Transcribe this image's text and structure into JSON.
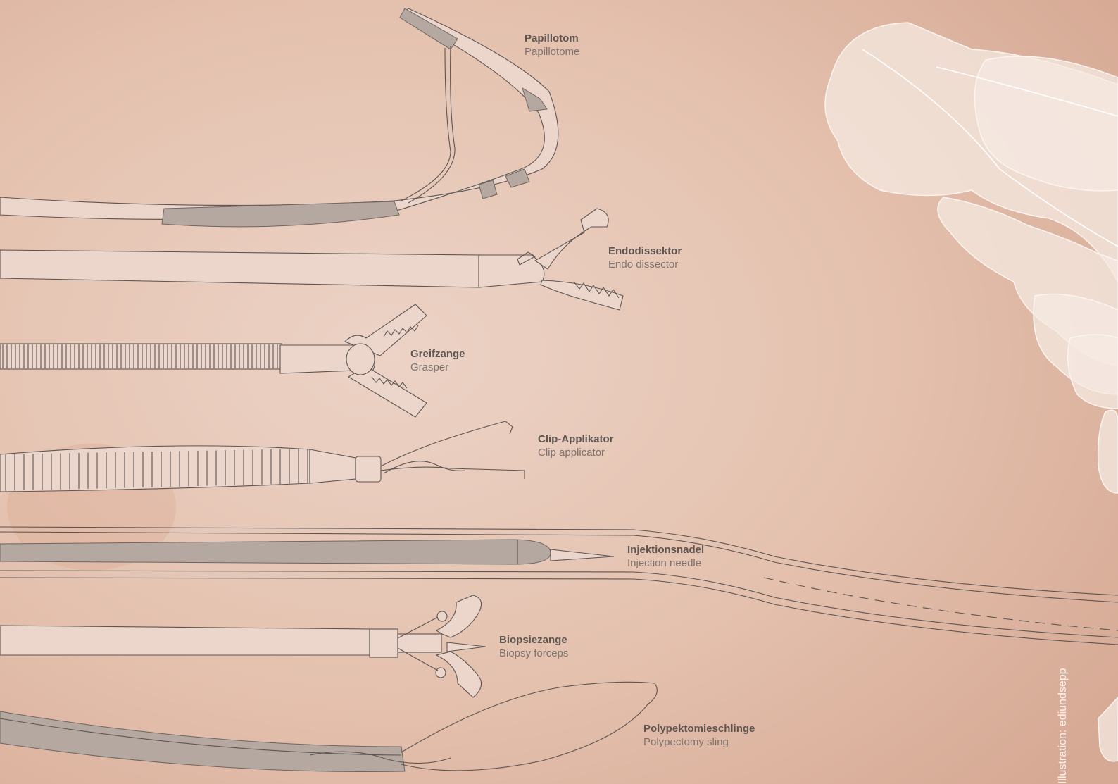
{
  "instruments": [
    {
      "id": "papillotome",
      "name_de": "Papillotom",
      "name_en": "Papillotome"
    },
    {
      "id": "endo-dissector",
      "name_de": "Endodissektor",
      "name_en": "Endo dissector"
    },
    {
      "id": "grasper",
      "name_de": "Greifzange",
      "name_en": "Grasper"
    },
    {
      "id": "clip-applicator",
      "name_de": "Clip-Applikator",
      "name_en": "Clip applicator"
    },
    {
      "id": "injection-needle",
      "name_de": "Injektionsnadel",
      "name_en": "Injection needle"
    },
    {
      "id": "biopsy-forceps",
      "name_de": "Biopsiezange",
      "name_en": "Biopsy forceps"
    },
    {
      "id": "polypectomy-sling",
      "name_de": "Polypektomieschlinge",
      "name_en": "Polypectomy sling"
    }
  ],
  "credit": "Illustration: ediundsepp",
  "colors": {
    "skin": "#e8c9b8",
    "line": "#5d5552",
    "sheath": "#b4a8a1",
    "label": "#5e5450",
    "colon": "#f4e6dd"
  }
}
